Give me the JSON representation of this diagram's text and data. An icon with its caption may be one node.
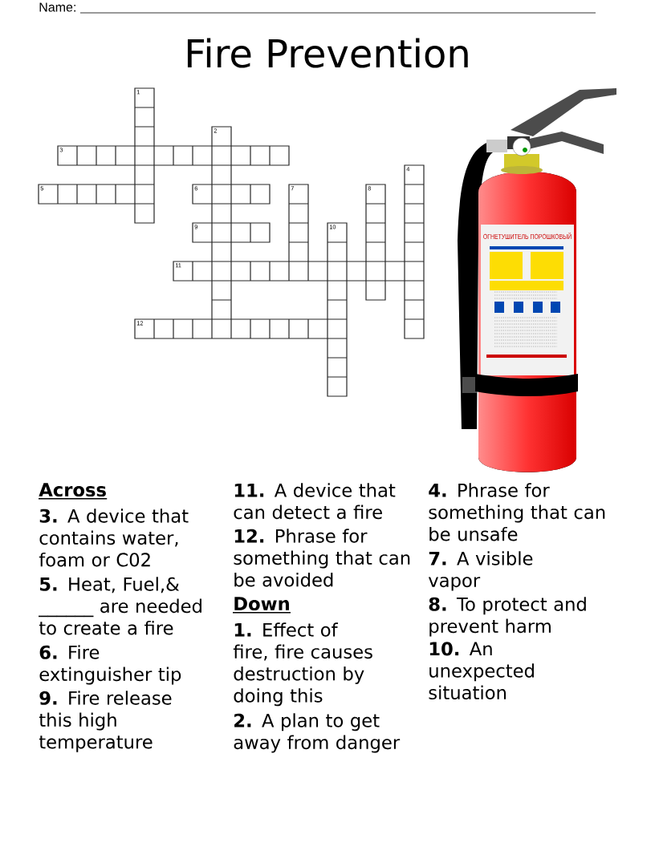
{
  "diagram": {
    "title": "Fire Prevention",
    "labels": [
      "Name:",
      "1",
      "2",
      "3",
      "4",
      "5",
      "6",
      "7",
      "8",
      "9",
      "10",
      "11",
      "12",
      "ОГНЕТУШИТЕЛЬ ПОРОШКОВЫЙ",
      "Across",
      "**3.** A device that contains water, foam or C02",
      "**5.** Heat, Fuel,& ______ are needed to create a fire",
      "**6.** Fire extinguisher tip",
      "**9.** Fire release this high temperature",
      "**11.** A device that can detect a fire",
      "**12.** Phrase for something that can be avoided",
      "Down",
      "**1.** Effect of fire, fire causes destruction by doing this",
      "**2.** A plan to get away from danger",
      "**4.** Phrase for something that can be unsafe",
      "**7.** A visible vapor",
      "**8.** To protect and prevent harm",
      "**10.** An unexpected situation"
    ]
  }
}
